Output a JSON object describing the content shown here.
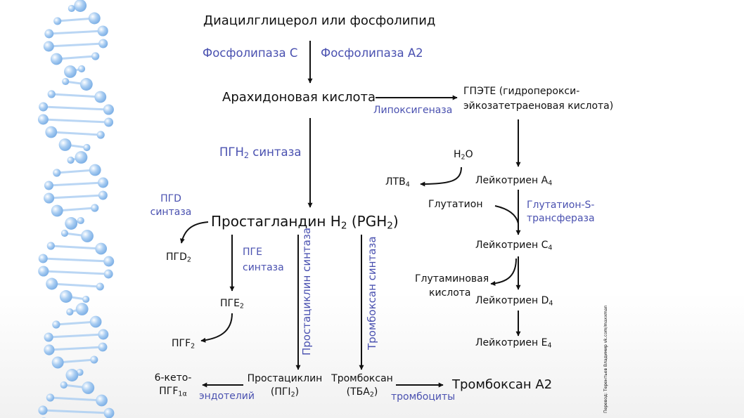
{
  "colors": {
    "text": "#111111",
    "enzyme": "#4a51b0",
    "helix": "#a9cdf2",
    "helix_edge": "#7fb1e6"
  },
  "decor": {
    "left_icon": "dna-helix-icon"
  },
  "nodes": {
    "dag": "Диацилглицерол или фосфолипид",
    "aa": "Арахидоновая кислота",
    "hpete_1": "ГПЭТЕ (гидроперокси-",
    "hpete_2": "эйкозатетраеновая кислота)",
    "water": "H",
    "water_sub": "2",
    "water_tail": "O",
    "ltb4": "ЛТB",
    "ltb4_sub": "4",
    "lta4": "Лейкотриен  A",
    "lta4_sub": "4",
    "glutathione": "Глутатион",
    "ltc4": "Лейкотриен  C",
    "ltc4_sub": "4",
    "glutamic_1": "Глутаминовая",
    "glutamic_2": "кислота",
    "ltd4": "Лейкотриен  D",
    "ltd4_sub": "4",
    "lte4": "Лейкотриен  E",
    "lte4_sub": "4",
    "pgh2_main": "Простагландин",
    "pgh2_h": "H",
    "pgh2_sub": "2",
    "pgh2_paren": " (PGH",
    "pgh2_paren_sub": "2",
    "pgh2_close": ")",
    "pgd2": "ПГD",
    "pgd2_sub": "2",
    "pge2": "ПГE",
    "pge2_sub": "2",
    "pgf2": "ПГF",
    "pgf2_sub": "2",
    "keto_1": "6-кето-",
    "keto_2": "ПГF",
    "keto_sub": "1α",
    "prostacyclin_1": "Простациклин",
    "prostacyclin_2": "(ПГI",
    "prostacyclin_sub": "2",
    "prostacyclin_close": ")",
    "thromboxane_1": "Тромбоксан",
    "thromboxane_2": "(ТБА",
    "thromboxane_sub": "2",
    "thromboxane_close": ")",
    "txa2": "Тромбоксан А2"
  },
  "enzymes": {
    "plc": "Фосфолипаза С",
    "pla2": "Фосфолипаза А2",
    "lipoxygenase": "Липоксигеназа",
    "pgh2_synthase": "ПГН",
    "pgh2_synthase_sub": "2",
    "pgh2_synthase_tail": " синтаза",
    "pgd_1": "ПГD",
    "pgd_2": "синтаза",
    "pge_1": "ПГЕ",
    "pge_2": "синтаза",
    "gst_1": "Глутатион-S-",
    "gst_2": "трансфераза",
    "prostacyclin_synthase": "Простациклин синтаза",
    "thromboxane_synthase": "Тромбоксан синтаза",
    "endothelium": "эндотелий",
    "platelets": "тромбоциты"
  },
  "credit": "Перевод: Терентьев Владимир vk.com/maxxman"
}
